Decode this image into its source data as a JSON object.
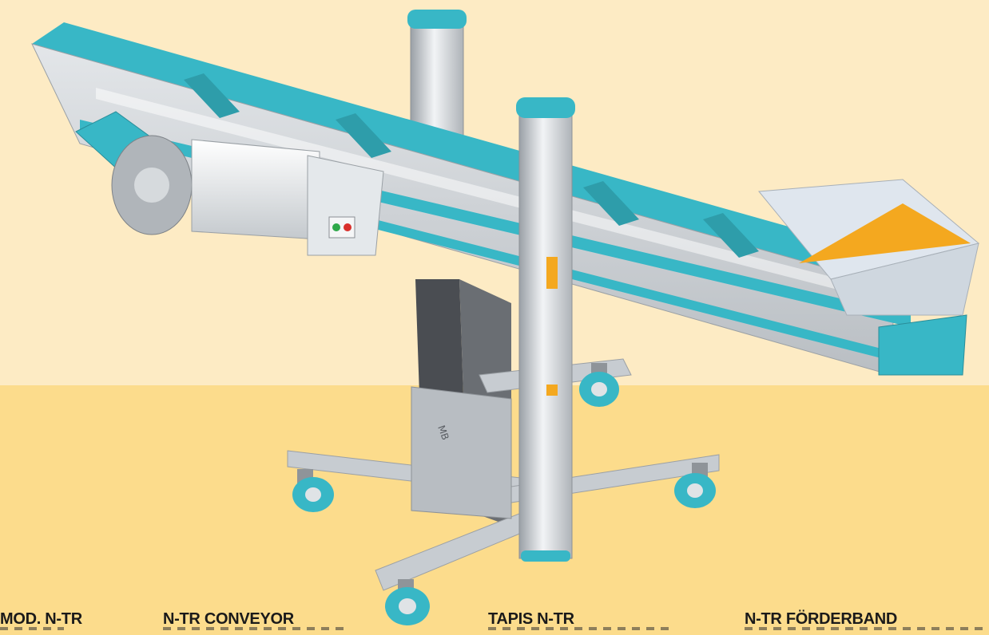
{
  "colors": {
    "background_top": "#FDEBC4",
    "background_bottom": "#FCDC8C",
    "machine_accent": "#38B7C6",
    "frame_grey": "#C9CDD2",
    "product_orange": "#F4A81F",
    "caption_text": "#1A1A1A"
  },
  "illustration": {
    "subject": "inclined cleated belt conveyor on adjustable-height wheeled stand",
    "control_box_lights": [
      "#2EA84A",
      "#D9302C"
    ]
  },
  "captions": [
    {
      "title": "MOD. N-TR"
    },
    {
      "title": "N-TR CONVEYOR"
    },
    {
      "title": "TAPIS N-TR"
    },
    {
      "title": "N-TR FÖRDERBAND"
    }
  ]
}
